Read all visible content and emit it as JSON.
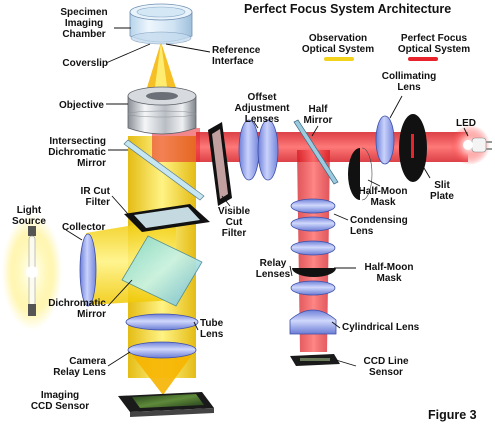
{
  "title": "Perfect Focus System Architecture",
  "figure_label": "Figure 3",
  "legend": [
    {
      "name": "Observation\nOptical System",
      "color": "#f2d21a"
    },
    {
      "name": "Perfect Focus\nOptical System",
      "color": "#e8232b"
    }
  ],
  "labels": {
    "specimen": "Specimen\nImaging\nChamber",
    "coverslip": "Coverslip",
    "reference": "Reference\nInterface",
    "objective": "Objective",
    "dichro_top": "Intersecting\nDichromatic\nMirror",
    "ircut": "IR Cut\nFilter",
    "light_source": "Light\nSource",
    "collector": "Collector",
    "dichro_mirror": "Dichromatic\nMirror",
    "camera_relay": "Camera\nRelay Lens",
    "ccd": "Imaging\nCCD Sensor",
    "tube_lens": "Tube\nLens",
    "offset": "Offset\nAdjustment\nLenses",
    "visible_cut": "Visible\nCut\nFilter",
    "half_mirror": "Half\nMirror",
    "collimating": "Collimating\nLens",
    "led": "LED",
    "half_moon_1": "Half-Moon\nMask",
    "slit_plate": "Slit\nPlate",
    "condensing": "Condensing\nLens",
    "relay": "Relay\nLenses",
    "half_moon_2": "Half-Moon\nMask",
    "cylindrical": "Cylindrical Lens",
    "ccd_line": "CCD Line\nSensor"
  }
}
